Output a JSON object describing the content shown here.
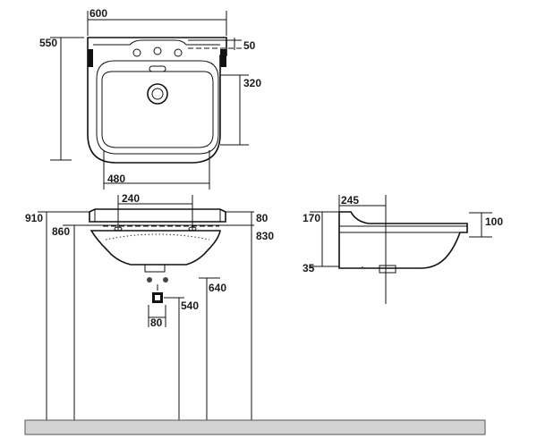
{
  "top_view": {
    "width": "600",
    "depth": "550",
    "tap_ledge": "50",
    "bowl_depth": "320",
    "bowl_width": "480"
  },
  "front_view": {
    "tap_hole_spacing": "240",
    "overall_height": "910",
    "rim_height": "860",
    "rim_thickness": "80",
    "basin_height": "830",
    "inlet_height": "640",
    "waste_height": "540",
    "waste_width": "80"
  },
  "side_view": {
    "back_offset": "245",
    "back_height": "170",
    "front_height": "100",
    "waste_offset": "35"
  }
}
